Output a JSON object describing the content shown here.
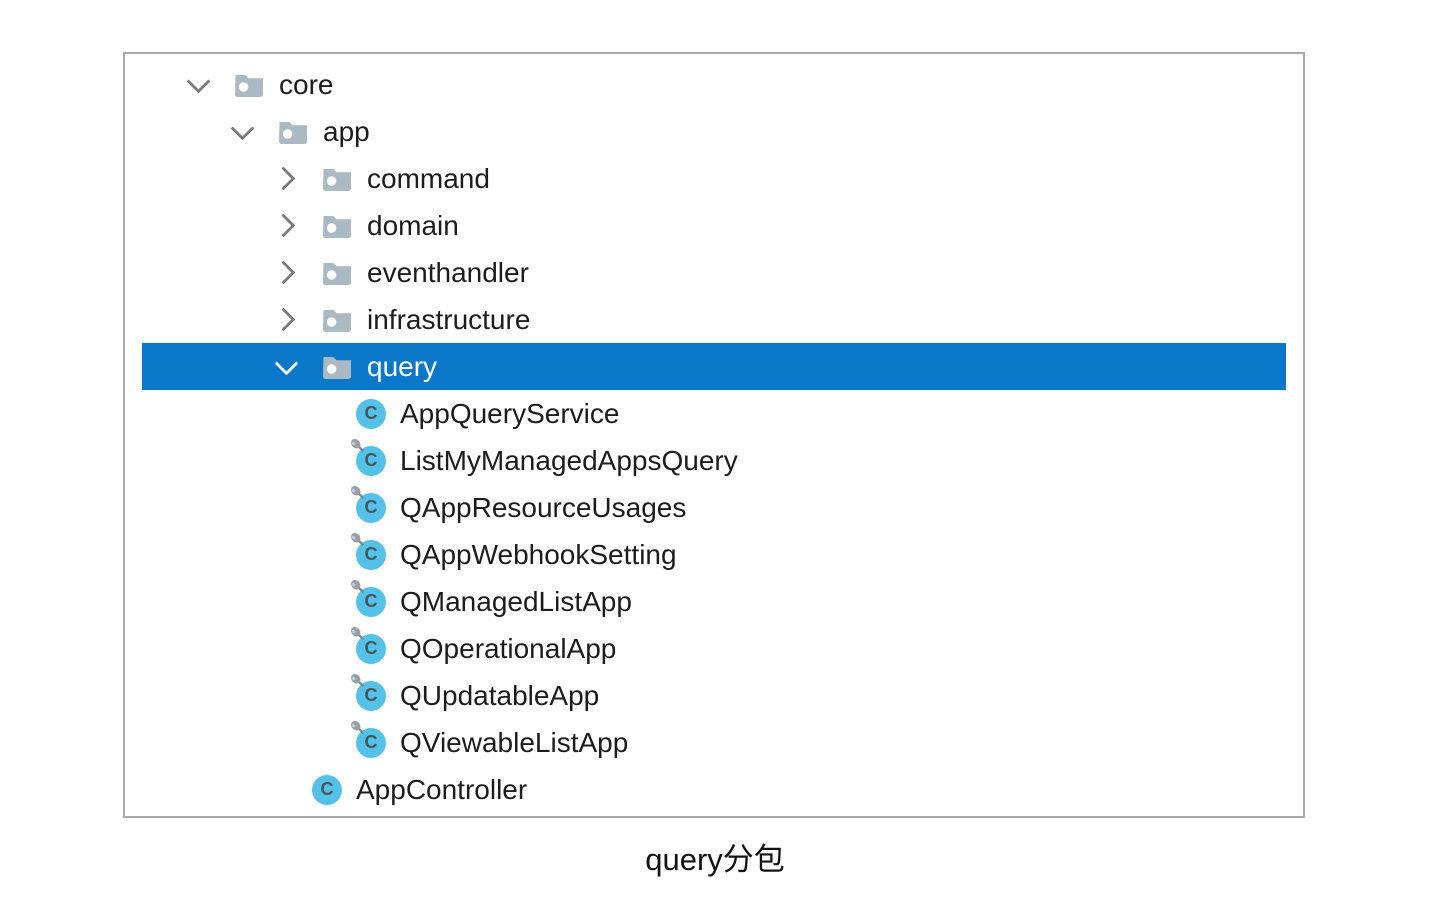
{
  "figure": {
    "caption": {
      "latin": "query",
      "cjk": "分包"
    },
    "class_icon_letter": "C",
    "tree": {
      "rows": [
        {
          "type": "folder",
          "label": "core",
          "level": 0,
          "expanded": true,
          "selected": false
        },
        {
          "type": "folder",
          "label": "app",
          "level": 1,
          "expanded": true,
          "selected": false
        },
        {
          "type": "folder",
          "label": "command",
          "level": 2,
          "expanded": false,
          "selected": false
        },
        {
          "type": "folder",
          "label": "domain",
          "level": 2,
          "expanded": false,
          "selected": false
        },
        {
          "type": "folder",
          "label": "eventhandler",
          "level": 2,
          "expanded": false,
          "selected": false
        },
        {
          "type": "folder",
          "label": "infrastructure",
          "level": 2,
          "expanded": false,
          "selected": false
        },
        {
          "type": "folder",
          "label": "query",
          "level": 2,
          "expanded": true,
          "selected": true
        },
        {
          "type": "class",
          "label": "AppQueryService",
          "level": 3,
          "pin": false,
          "selected": false
        },
        {
          "type": "class",
          "label": "ListMyManagedAppsQuery",
          "level": 3,
          "pin": true,
          "selected": false
        },
        {
          "type": "class",
          "label": "QAppResourceUsages",
          "level": 3,
          "pin": true,
          "selected": false
        },
        {
          "type": "class",
          "label": "QAppWebhookSetting",
          "level": 3,
          "pin": true,
          "selected": false
        },
        {
          "type": "class",
          "label": "QManagedListApp",
          "level": 3,
          "pin": true,
          "selected": false
        },
        {
          "type": "class",
          "label": "QOperationalApp",
          "level": 3,
          "pin": true,
          "selected": false
        },
        {
          "type": "class",
          "label": "QUpdatableApp",
          "level": 3,
          "pin": true,
          "selected": false
        },
        {
          "type": "class",
          "label": "QViewableListApp",
          "level": 3,
          "pin": true,
          "selected": false
        },
        {
          "type": "class",
          "label": "AppController",
          "level": 2,
          "pin": false,
          "selected": false
        }
      ]
    },
    "colors": {
      "selection_background": "#0a77c8",
      "selection_text": "#ffffff",
      "folder_icon": "#abb9c3",
      "class_icon_circle": "#54c1e8",
      "class_icon_letter": "#4a545c",
      "chevron": "#7a7a7a",
      "tree_text": "#1c1c1c",
      "frame_border": "#a9a9a9",
      "pin_head": "#98a0a7",
      "pin_stem": "#7c838a"
    }
  }
}
